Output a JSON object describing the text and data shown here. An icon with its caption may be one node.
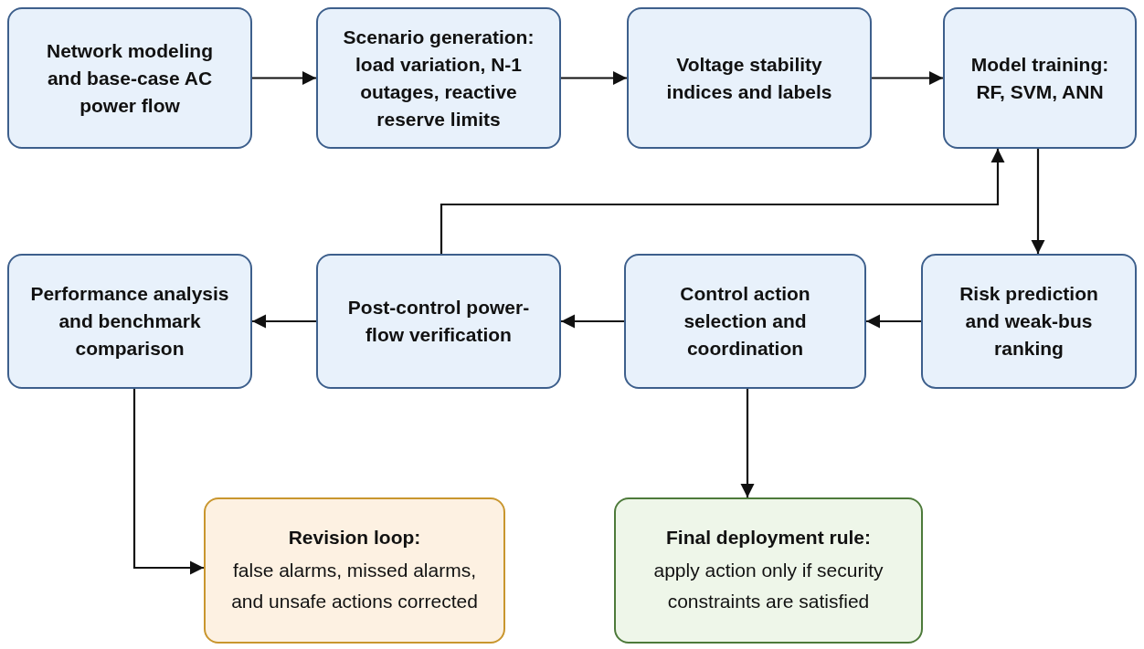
{
  "diagram": {
    "nodes": [
      {
        "text": [
          "Network modeling and base-case AC power flow"
        ]
      },
      {
        "text": [
          "Scenario generation: load variation, N-1 outages, reactive reserve limits"
        ]
      },
      {
        "text": [
          "Voltage stability indices and labels"
        ]
      },
      {
        "text": [
          "Model training: RF, SVM, ANN"
        ]
      },
      {
        "text": [
          "Risk prediction and weak-bus ranking"
        ]
      },
      {
        "text": [
          "Control action selection and coordination"
        ]
      },
      {
        "text": [
          "Post-control power-flow verification"
        ]
      },
      {
        "text": [
          "Performance analysis and benchmark comparison"
        ]
      },
      {
        "text": [
          "Revision loop:",
          "false alarms, missed alarms, and unsafe actions corrected"
        ]
      },
      {
        "text": [
          "Final deployment rule:",
          "apply action only if security constraints are satisfied"
        ]
      }
    ],
    "edges": [
      {
        "from": 0,
        "to": 1,
        "arrow": "to"
      },
      {
        "from": 1,
        "to": 2,
        "arrow": "to"
      },
      {
        "from": 2,
        "to": 3,
        "arrow": "to"
      },
      {
        "from": 3,
        "to": 4,
        "arrow": "to"
      },
      {
        "from": 4,
        "to": 5,
        "arrow": "to"
      },
      {
        "from": 5,
        "to": 6,
        "arrow": "to"
      },
      {
        "from": 6,
        "to": 7,
        "arrow": "to"
      },
      {
        "from": 6,
        "to": 3,
        "arrow": "to"
      },
      {
        "from": 7,
        "to": 8,
        "arrow": "to"
      },
      {
        "from": 5,
        "to": 9,
        "arrow": "to"
      }
    ]
  }
}
